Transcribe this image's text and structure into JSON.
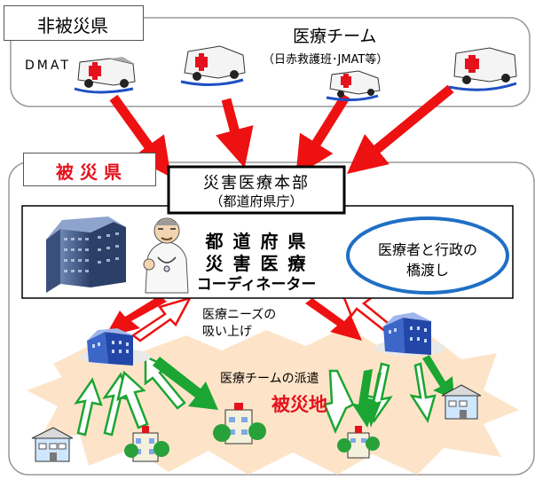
{
  "outer_region": {
    "label": "非被災県",
    "dmat": "DMAT",
    "team_title": "医療チーム",
    "team_sub": "（日赤救護班･JMAT等）"
  },
  "affected_region": {
    "label": "被 災 県"
  },
  "hq": {
    "line1": "災害医療本部",
    "line2": "（都道府県庁）"
  },
  "coordinator": {
    "line1": "都 道 府 県",
    "line2": "災 害 医 療",
    "line3": "コーディネーター"
  },
  "bridge": {
    "line1": "医療者と行政の",
    "line2": "橋渡し"
  },
  "needs": {
    "line1": "医療ニーズの",
    "line2": "吸い上げ"
  },
  "dispatch": "医療チームの派遣",
  "disaster_area": "被災地",
  "colors": {
    "red_arrow": "#ee1111",
    "green_arrow": "#1ba532",
    "burst": "#fde4c8",
    "bridge_border": "#1f6fc4",
    "label_red": "#e5111c"
  },
  "icons": [
    "ambulance-icon",
    "hospital-building-icon",
    "office-building-icon",
    "doctor-icon",
    "clinic-icon"
  ]
}
